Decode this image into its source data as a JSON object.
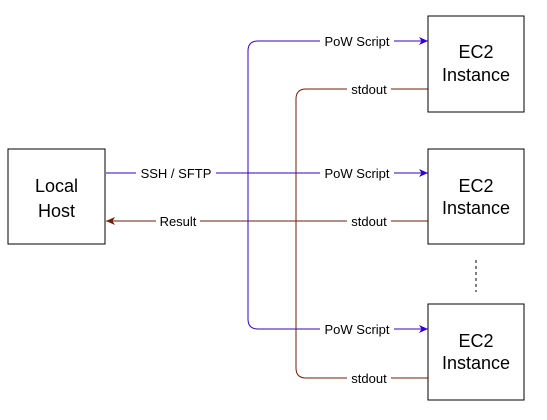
{
  "colors": {
    "request_line": "#3300cc",
    "response_line": "#6e1e0a",
    "box_border": "#000000",
    "text": "#000000",
    "background": "#ffffff"
  },
  "nodes": {
    "local_host": {
      "line1": "Local",
      "line2": "Host"
    },
    "ec2_top": {
      "line1": "EC2",
      "line2": "Instance"
    },
    "ec2_middle": {
      "line1": "EC2",
      "line2": "Instance"
    },
    "ec2_bottom": {
      "line1": "EC2",
      "line2": "Instance"
    }
  },
  "edges": {
    "ssh_sftp": "SSH / SFTP",
    "result": "Result",
    "pow_script_top": "PoW Script",
    "pow_script_middle": "PoW Script",
    "pow_script_bottom": "PoW Script",
    "stdout_top": "stdout",
    "stdout_middle": "stdout",
    "stdout_bottom": "stdout"
  },
  "ellipsis": "vertical-dots"
}
